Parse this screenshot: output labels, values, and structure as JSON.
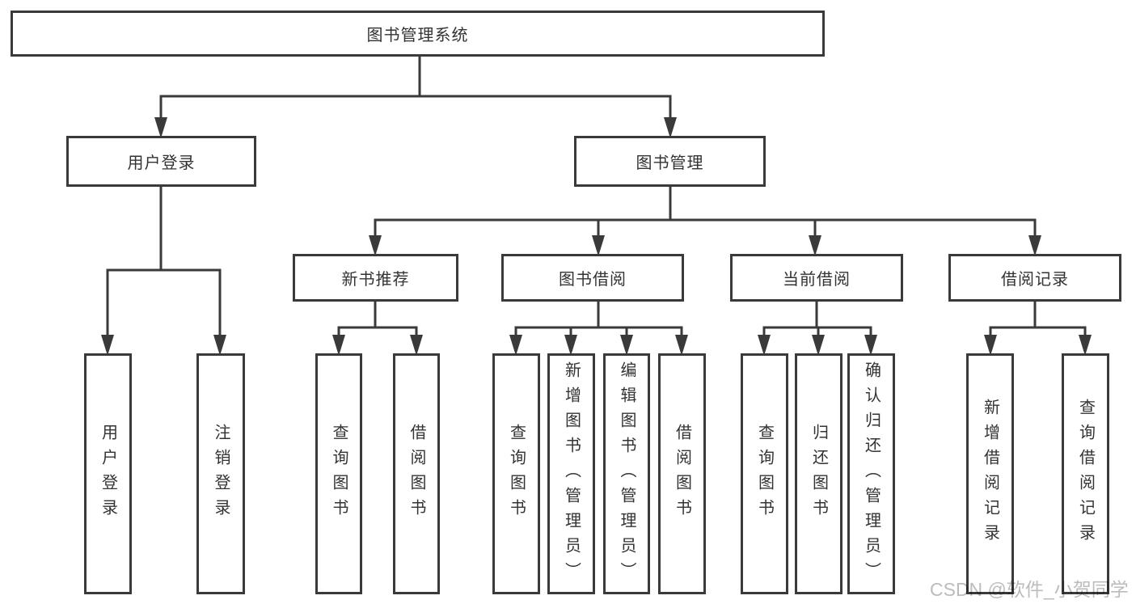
{
  "diagram": {
    "root": {
      "label": "图书管理系统"
    },
    "level2": [
      {
        "label": "用户登录",
        "children": [
          {
            "label": "用户登录"
          },
          {
            "label": "注销登录"
          }
        ]
      },
      {
        "label": "图书管理",
        "children": [
          {
            "label": "新书推荐",
            "children": [
              {
                "label": "查询图书"
              },
              {
                "label": "借阅图书"
              }
            ]
          },
          {
            "label": "图书借阅",
            "children": [
              {
                "label": "查询图书"
              },
              {
                "label": "新增图书（管理员）"
              },
              {
                "label": "编辑图书（管理员）"
              },
              {
                "label": "借阅图书"
              }
            ]
          },
          {
            "label": "当前借阅",
            "children": [
              {
                "label": "查询图书"
              },
              {
                "label": "归还图书"
              },
              {
                "label": "确认归还（管理员）"
              }
            ]
          },
          {
            "label": "借阅记录",
            "children": [
              {
                "label": "新增借阅记录"
              },
              {
                "label": "查询借阅记录"
              }
            ]
          }
        ]
      }
    ]
  },
  "watermark": {
    "text": "CSDN @软件_小贺同学"
  },
  "colors": {
    "line": "#3a3a3a",
    "text": "#333333",
    "watermark": "#bcbcbc",
    "background": "#ffffff"
  }
}
